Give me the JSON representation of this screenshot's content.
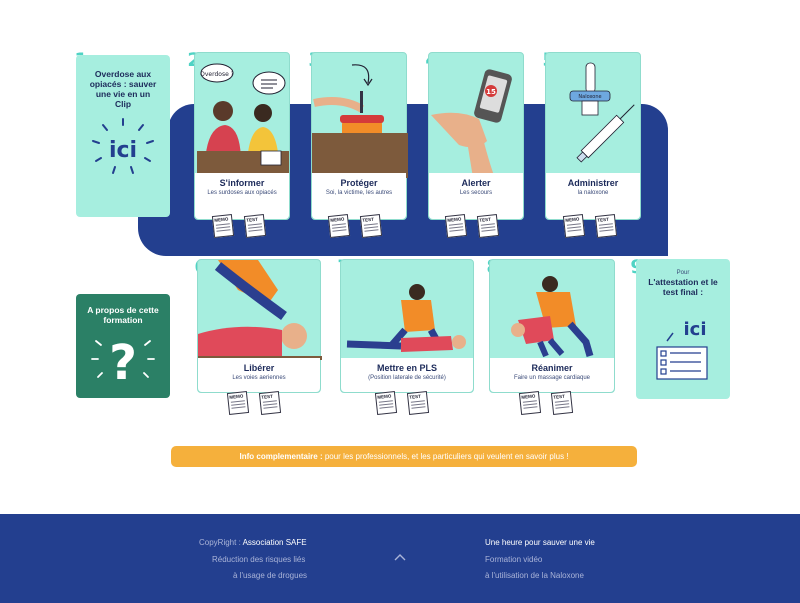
{
  "intro_card": {
    "number": "1",
    "text": "Overdose aux opiacés : sauver une vie en un Clip",
    "badge": "ici"
  },
  "steps": [
    {
      "number": "2",
      "title": "S'informer",
      "subtitle": "Les surdoses aux opiacés",
      "bubble": "Overdose ?"
    },
    {
      "number": "3",
      "title": "Protéger",
      "subtitle": "Soi, la victime, les autres"
    },
    {
      "number": "4",
      "title": "Alerter",
      "subtitle": "Les secours",
      "phone": "15"
    },
    {
      "number": "5",
      "title": "Administrer",
      "subtitle": "la naloxone",
      "device": "Naloxone"
    },
    {
      "number": "6",
      "title": "Libérer",
      "subtitle": "Les voies aeriennes"
    },
    {
      "number": "7",
      "title": "Mettre en PLS",
      "subtitle": "(Position laterale de sécurité)"
    },
    {
      "number": "8",
      "title": "Réanimer",
      "subtitle": "Faire un massage cardiaque"
    }
  ],
  "docs": {
    "memo": "MEMO",
    "test": "TEST"
  },
  "about_card": {
    "text": "A propos de cette formation",
    "symbol": "?"
  },
  "final_card": {
    "number": "9",
    "text_small": "Pour",
    "text": "L'attestation et le test final :",
    "badge": "ici"
  },
  "info_bar": {
    "bold": "Info complementaire :",
    "text": " pour les professionnels, et les particuliers qui veulent en savoir plus !"
  },
  "footer": {
    "copyright_prefix": "CopyRight : ",
    "copyright_org": "Association SAFE",
    "left_line2": "Réduction des risques liés",
    "left_line3": "à l'usage de drogues",
    "right_title": "Une heure pour sauver une vie",
    "right_line2": "Formation vidéo",
    "right_line3": "à l'utilisation de la Naloxone"
  },
  "colors": {
    "navy": "#233f8f",
    "mint": "#a6eedf",
    "teal_number": "#4fd3c4",
    "dark_green": "#2b8066",
    "orange": "#f5b03c"
  }
}
